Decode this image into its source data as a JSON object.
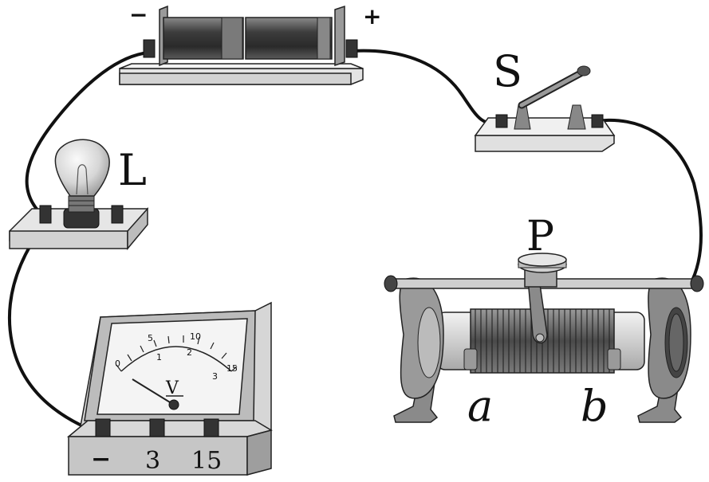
{
  "battery": {
    "minus_label": "−",
    "plus_label": "+"
  },
  "switch": {
    "label": "S"
  },
  "lamp": {
    "label": "L"
  },
  "rheostat": {
    "slider_label": "P",
    "end_a_label": "a",
    "end_b_label": "b"
  },
  "voltmeter": {
    "symbol": "V",
    "terminals": [
      "−",
      "3",
      "15"
    ],
    "scale_upper": [
      "0",
      "5",
      "10",
      "15"
    ],
    "scale_lower": [
      "1",
      "2",
      "3"
    ]
  }
}
